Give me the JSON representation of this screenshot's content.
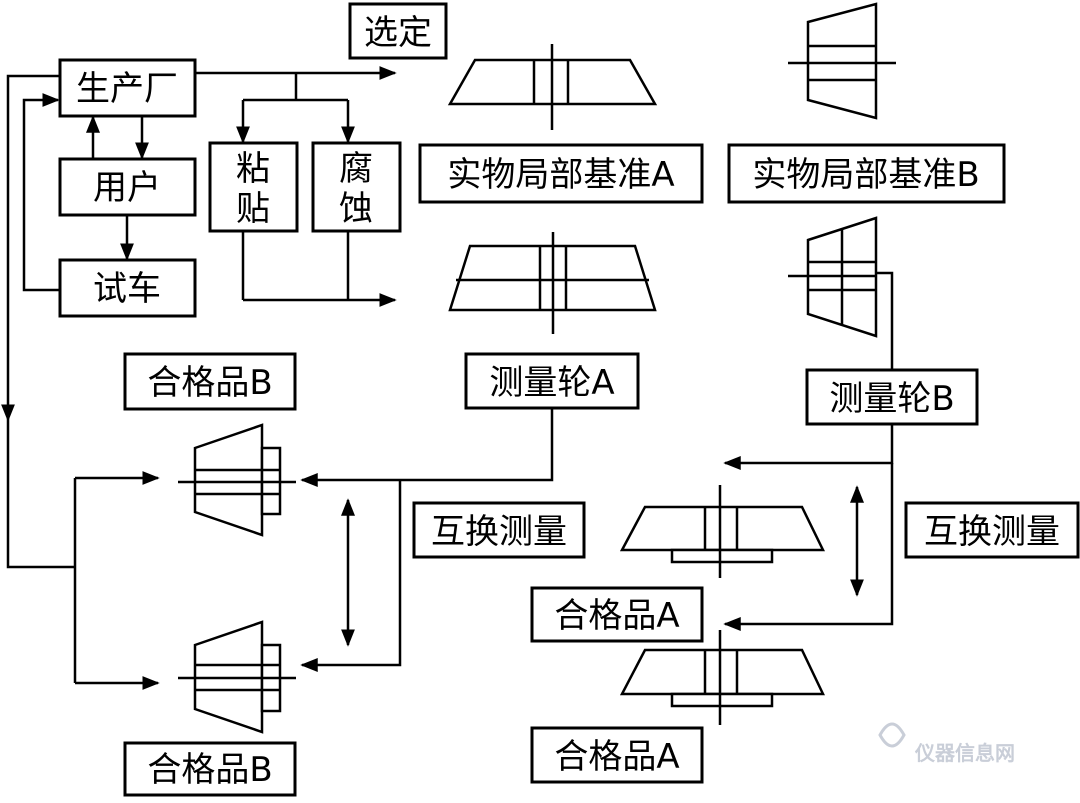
{
  "labels": {
    "select": "选定",
    "manufacturer": "生产厂",
    "user": "用户",
    "trial_vehicle": "试车",
    "glue_line1": "粘",
    "glue_line2": "贴",
    "corrode_line1": "腐",
    "corrode_line2": "蚀",
    "local_ref_a": "实物局部基准A",
    "local_ref_b": "实物局部基准B",
    "gauge_wheel_a": "测量轮A",
    "gauge_wheel_b": "测量轮B",
    "qualified_b_top": "合格品B",
    "qualified_b_bottom": "合格品B",
    "qualified_a_top": "合格品A",
    "qualified_a_bottom": "合格品A",
    "interchange_left": "互换测量",
    "interchange_right": "互换测量"
  },
  "watermark": "仪器信息网",
  "colors": {
    "line": "#000000",
    "background": "#ffffff",
    "watermark": "#c9ced8"
  }
}
